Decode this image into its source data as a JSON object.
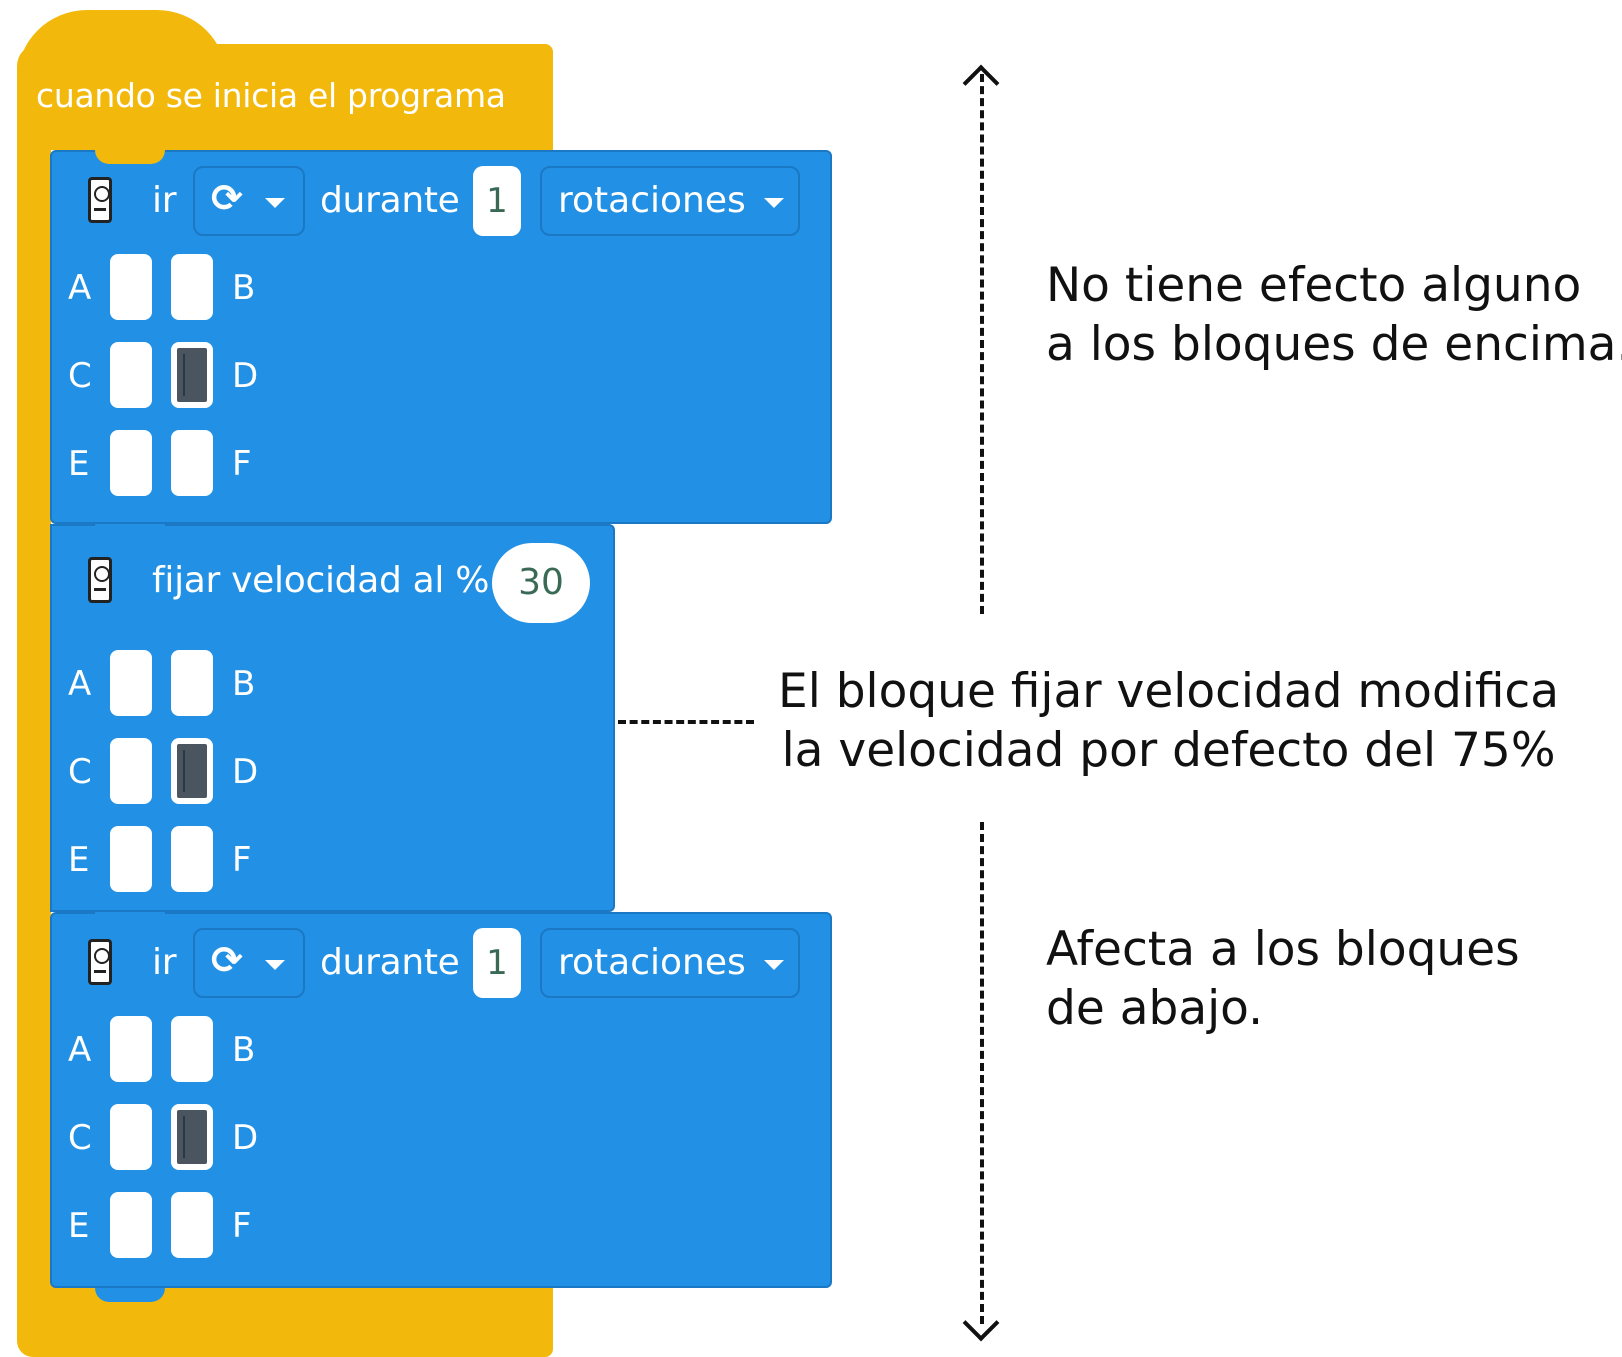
{
  "hat": {
    "label": "cuando se inicia el programa"
  },
  "blocks": [
    {
      "action": "ir",
      "direction_icon": "rotate-clockwise-icon",
      "middle": "durante",
      "amount": "1",
      "unit": "rotaciones",
      "ports": {
        "rows": [
          [
            "A",
            "B"
          ],
          [
            "C",
            "D"
          ],
          [
            "E",
            "F"
          ]
        ],
        "selected": [
          "D"
        ]
      }
    },
    {
      "action": "fijar velocidad al %",
      "value": "30",
      "ports": {
        "rows": [
          [
            "A",
            "B"
          ],
          [
            "C",
            "D"
          ],
          [
            "E",
            "F"
          ]
        ],
        "selected": [
          "D"
        ]
      }
    },
    {
      "action": "ir",
      "direction_icon": "rotate-clockwise-icon",
      "middle": "durante",
      "amount": "1",
      "unit": "rotaciones",
      "ports": {
        "rows": [
          [
            "A",
            "B"
          ],
          [
            "C",
            "D"
          ],
          [
            "E",
            "F"
          ]
        ],
        "selected": [
          "D"
        ]
      }
    }
  ],
  "annotations": {
    "top": [
      "No tiene efecto alguno",
      "a los bloques de encima."
    ],
    "middle": [
      "El bloque fijar velocidad modifica",
      "la velocidad por defecto del 75%"
    ],
    "bottom": [
      "Afecta a los bloques",
      "de abajo."
    ]
  },
  "colors": {
    "hat": "#f2b90c",
    "block": "#2290e4",
    "block_border": "#1b78c4",
    "selected_port": "#4b5560"
  }
}
